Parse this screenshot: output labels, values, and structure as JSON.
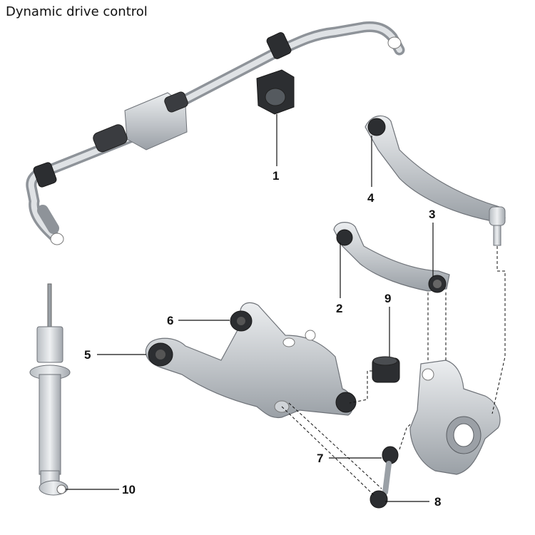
{
  "title": "Dynamic drive control",
  "callouts": [
    {
      "id": "1",
      "label": "1"
    },
    {
      "id": "2",
      "label": "2"
    },
    {
      "id": "3",
      "label": "3"
    },
    {
      "id": "4",
      "label": "4"
    },
    {
      "id": "5",
      "label": "5"
    },
    {
      "id": "6",
      "label": "6"
    },
    {
      "id": "7",
      "label": "7"
    },
    {
      "id": "8",
      "label": "8"
    },
    {
      "id": "9",
      "label": "9"
    },
    {
      "id": "10",
      "label": "10"
    }
  ]
}
